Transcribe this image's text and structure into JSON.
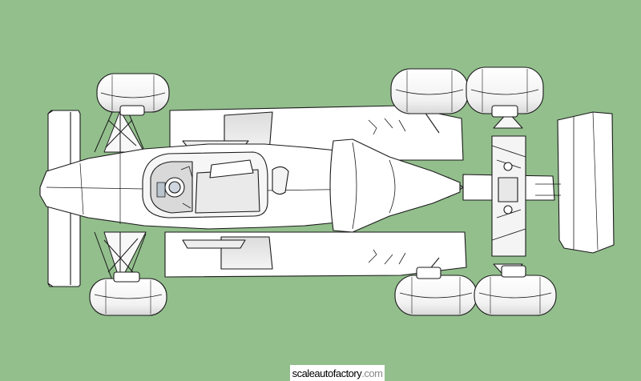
{
  "scene": {
    "background": "#93bf8d",
    "subject": "car-model-top-view"
  },
  "watermark": {
    "main": "scaleautofactory",
    "tld": ".com",
    "main_color": "#000000",
    "tld_color": "#8a8a8a",
    "background": "#ffffff"
  }
}
